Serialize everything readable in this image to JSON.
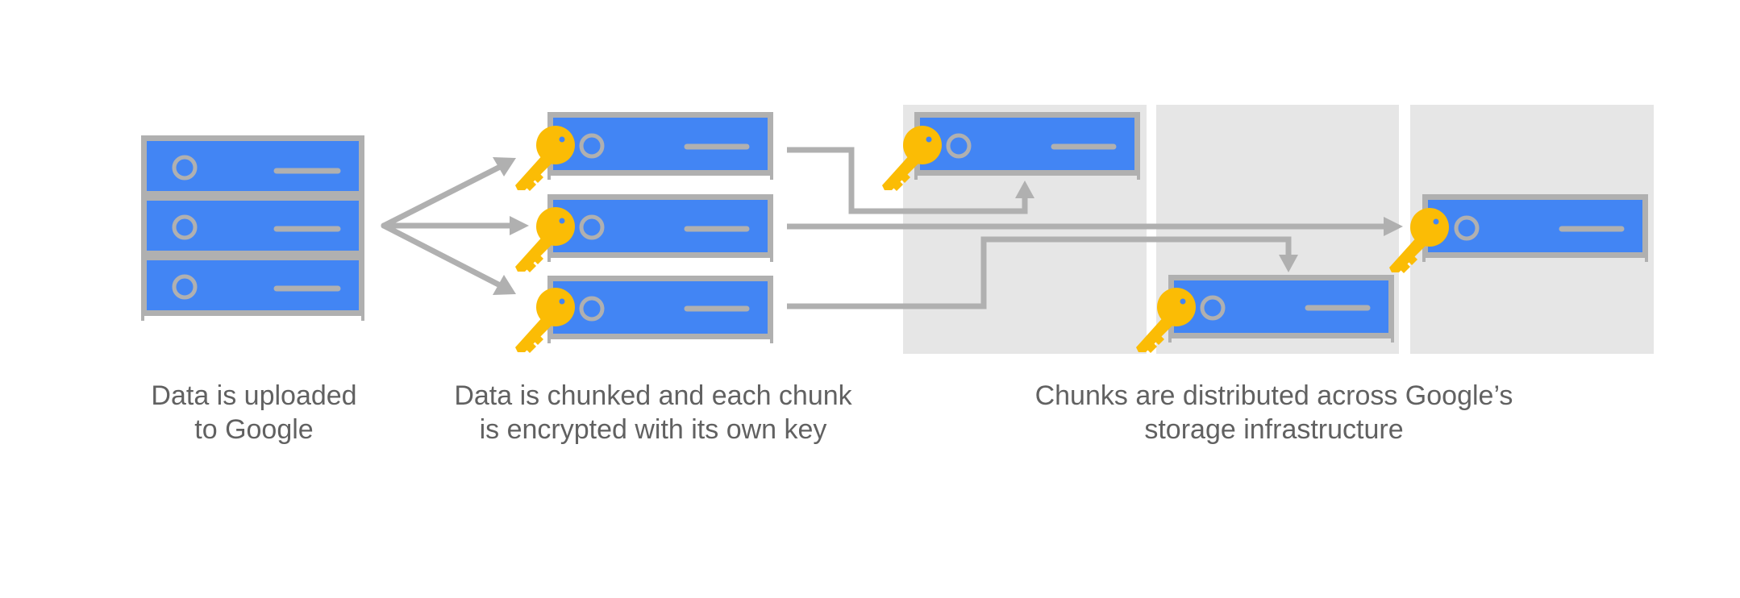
{
  "captions": {
    "upload": {
      "line1": "Data is uploaded",
      "line2": "to Google"
    },
    "chunk": {
      "line1": "Data is chunked and each chunk",
      "line2": "is encrypted with its own key"
    },
    "distribute": {
      "line1": "Chunks are distributed across Google’s",
      "line2": "storage infrastructure"
    }
  },
  "colors": {
    "server_fill": "#4285f4",
    "server_frame": "#b0b0b0",
    "key": "#fbbc05",
    "arrow": "#b0b0b0",
    "zone": "#e6e6e6",
    "text": "#616161"
  },
  "icons": {
    "server": "server-rack-icon",
    "key": "key-icon"
  }
}
